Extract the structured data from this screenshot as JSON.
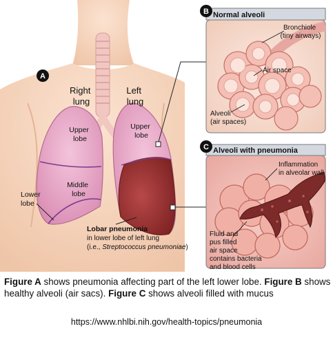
{
  "figure_a": {
    "badge": "A",
    "right_lung": [
      "Right",
      "lung"
    ],
    "left_lung": [
      "Left",
      "lung"
    ],
    "right_upper_lobe": [
      "Upper",
      "lobe"
    ],
    "middle_lobe": [
      "Middle",
      "lobe"
    ],
    "right_lower_lobe": [
      "Lower",
      "lobe"
    ],
    "left_upper_lobe": [
      "Upper",
      "lobe"
    ],
    "lobar_pneumonia_title": "Lobar pneumonia",
    "lobar_pneumonia_line2": "in lower lobe of left lung",
    "lobar_pneumonia_line3_prefix": "(i.e., ",
    "lobar_pneumonia_line3_italic": "Streptococcus pneumoniae",
    "lobar_pneumonia_line3_suffix": ")"
  },
  "figure_b": {
    "badge": "B",
    "title": "Normal alveoli",
    "bronchiole": [
      "Bronchiole",
      "(tiny airways)"
    ],
    "air_space": "Air space",
    "alveoli": [
      "Alveoli",
      "(air spaces)"
    ]
  },
  "figure_c": {
    "badge": "C",
    "title": "Alveoli with pneumonia",
    "inflammation": [
      "Inflammation",
      "in alveolar wall"
    ],
    "fluid": [
      "Fluid and",
      "pus filled",
      "air space",
      "contains bacteria",
      "and blood cells"
    ]
  },
  "caption": {
    "fig_a_label": "Figure A",
    "fig_a_text": " shows pneumonia affecting part of the left lower lobe.",
    "fig_b_label": "Figure B",
    "fig_b_text": " shows healthy alveoli (air sacs). ",
    "fig_c_label": "Figure C",
    "fig_c_text": " shows alveoli filled with mucus"
  },
  "source_url": "https://www.nhlbi.nih.gov/health-topics/pneumonia",
  "colors": {
    "skin": "#f6d6bf",
    "lung": "#e9a7c6",
    "infected": "#a13a3a",
    "panel_bg": "#f7ddd1",
    "panel_title": "#d4d8e0"
  }
}
